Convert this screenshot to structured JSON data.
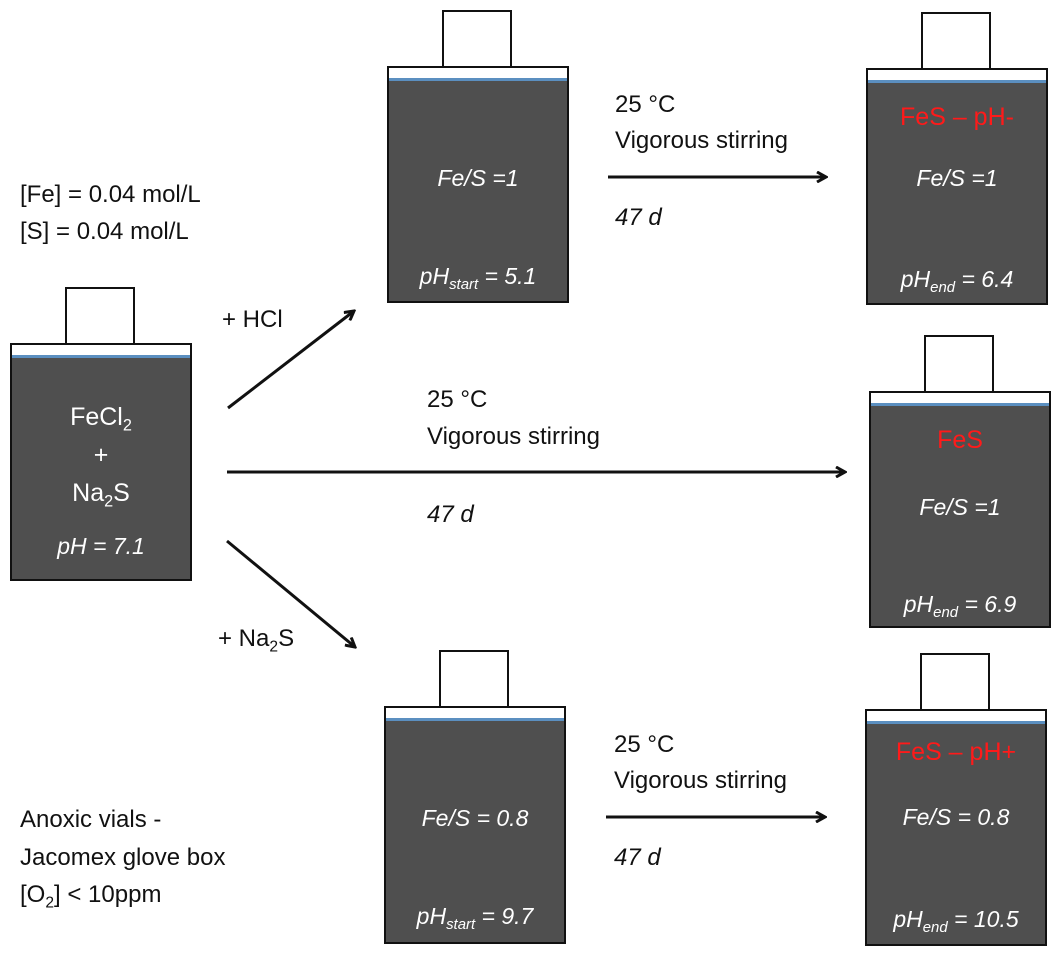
{
  "concentrations": {
    "fe": "[Fe] = 0.04 mol/L",
    "s": "[S] = 0.04 mol/L"
  },
  "start_vial": {
    "line1_main": "FeCl",
    "line1_sub": "2",
    "line2": "+",
    "line3_main": "Na",
    "line3_sub": "2",
    "line3_tail": "S",
    "ph": "pH = 7.1"
  },
  "branches": {
    "acid_label_prefix": "+ HCl",
    "base_label_main": "+ Na",
    "base_label_sub": "2",
    "base_label_tail": "S"
  },
  "conditions": {
    "temperature": "25 °C",
    "stirring": "Vigorous stirring",
    "duration": "47 d"
  },
  "vials": {
    "acid_start": {
      "ratio": "Fe/S =1",
      "ph_main": "pH",
      "ph_sub": "start",
      "ph_value": " = 5.1"
    },
    "acid_end": {
      "name": "FeS – pH-",
      "ratio": "Fe/S =1",
      "ph_main": "pH",
      "ph_sub": "end",
      "ph_value": " = 6.4"
    },
    "neutral_end": {
      "name": "FeS",
      "ratio": "Fe/S =1",
      "ph_main": "pH",
      "ph_sub": "end",
      "ph_value": " = 6.9"
    },
    "base_start": {
      "ratio": "Fe/S = 0.8",
      "ph_main": "pH",
      "ph_sub": "start",
      "ph_value": " = 9.7"
    },
    "base_end": {
      "name": "FeS – pH+",
      "ratio": "Fe/S = 0.8",
      "ph_main": "pH",
      "ph_sub": "end",
      "ph_value": " = 10.5"
    }
  },
  "notes": {
    "line1": "Anoxic vials -",
    "line2": "Jacomex glove box",
    "o2_prefix": "[O",
    "o2_sub": "2",
    "o2_suffix": "] < 10ppm"
  },
  "colors": {
    "vial_fill": "#4f4f4f",
    "liquid_line": "#5b8fc0",
    "product_label": "#ff1a1a"
  }
}
